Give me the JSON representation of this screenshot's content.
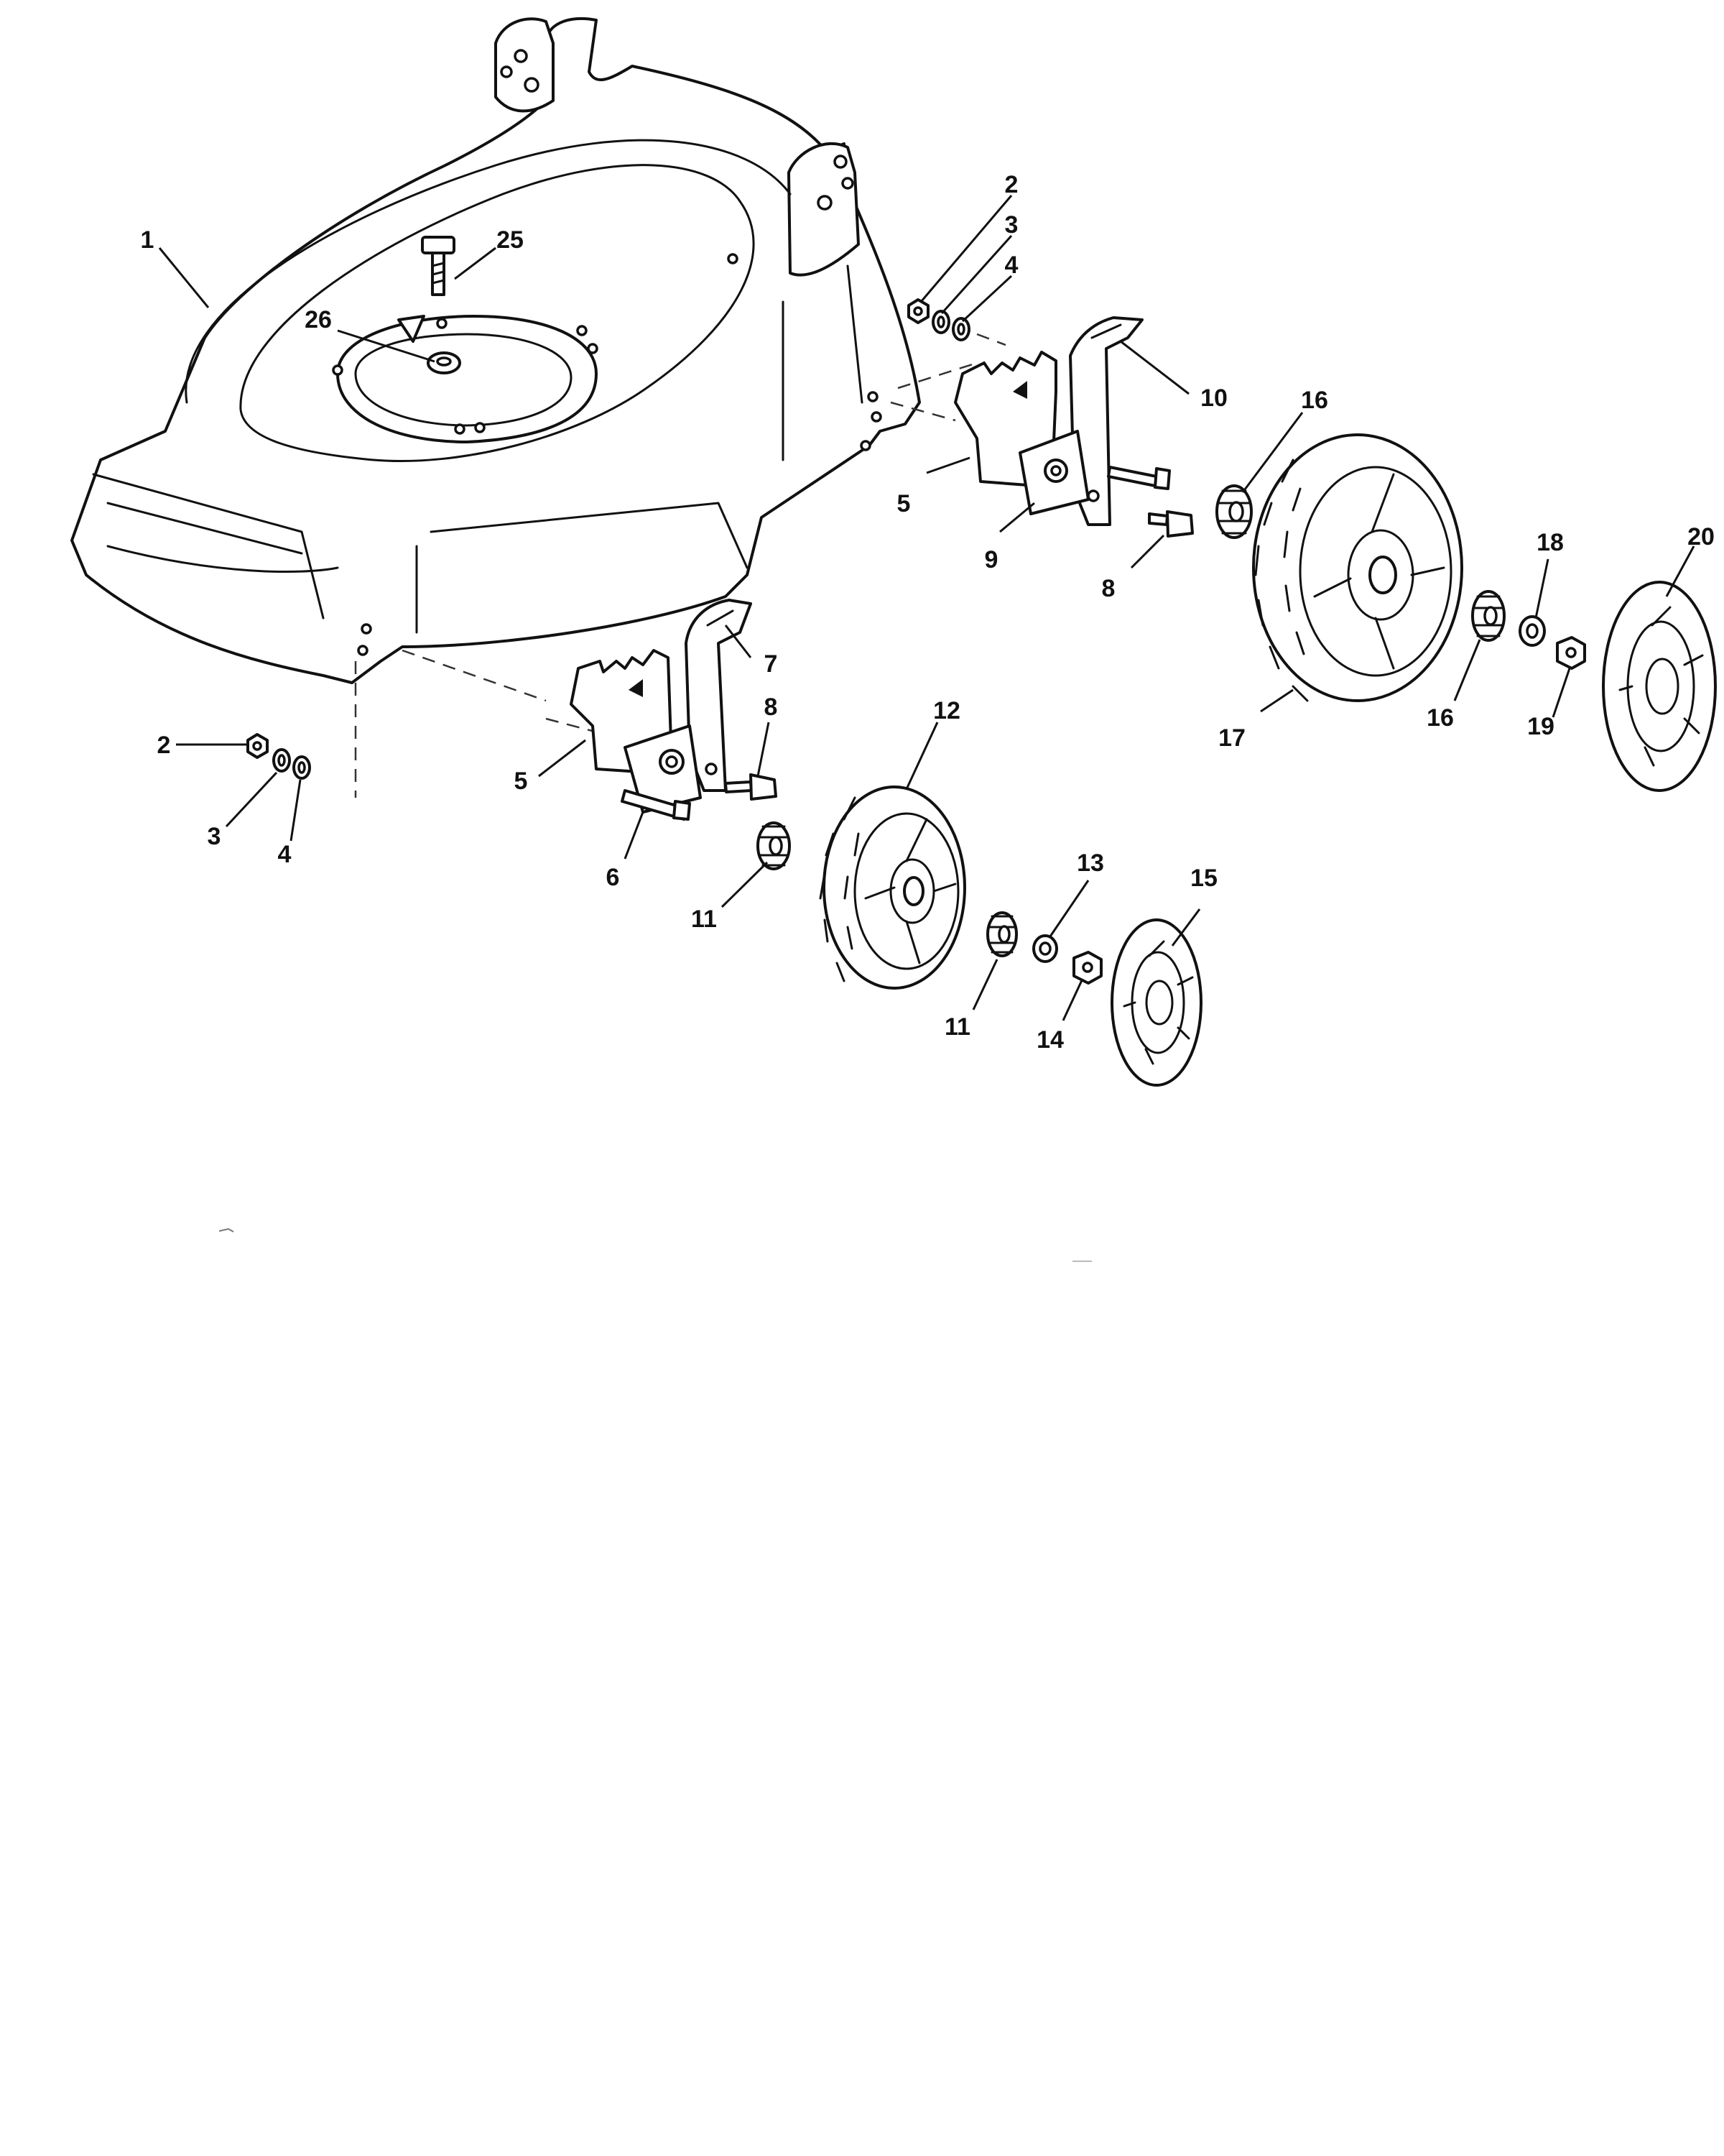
{
  "callouts": {
    "c1": "1",
    "c2a": "2",
    "c3a": "3",
    "c4a": "4",
    "c2b": "2",
    "c3b": "3",
    "c4b": "4",
    "c5a": "5",
    "c5b": "5",
    "c6": "6",
    "c7": "7",
    "c8a": "8",
    "c8b": "8",
    "c9": "9",
    "c10": "10",
    "c11a": "11",
    "c11b": "11",
    "c12": "12",
    "c13": "13",
    "c14": "14",
    "c15": "15",
    "c16a": "16",
    "c16b": "16",
    "c17": "17",
    "c18": "18",
    "c19": "19",
    "c20": "20",
    "c25": "25",
    "c26": "26"
  }
}
